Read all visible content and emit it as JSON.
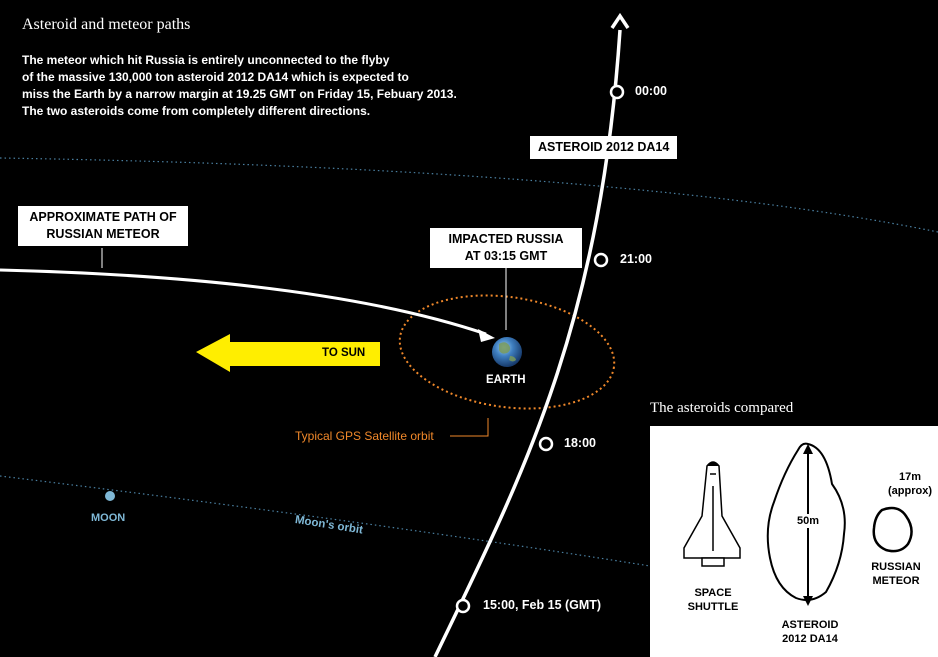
{
  "title": "Asteroid and meteor paths",
  "intro_lines": [
    "The meteor which hit Russia is entirely unconnected to the flyby",
    "of the massive 130,000 ton asteroid 2012 DA14 which is expected to",
    "miss the Earth by a narrow margin at 19.25 GMT on Friday 15, Febuary 2013.",
    "The two asteroids come from completely different directions."
  ],
  "meteor_label": [
    "APPROXIMATE PATH OF",
    "RUSSIAN METEOR"
  ],
  "impact_label": [
    "IMPACTED RUSSIA",
    "AT 03:15 GMT"
  ],
  "asteroid_label": "ASTEROID 2012 DA14",
  "times": [
    "00:00",
    "21:00",
    "18:00",
    "15:00, Feb 15 (GMT)"
  ],
  "sun_label": "TO SUN",
  "earth_label": "EARTH",
  "gps_label": "Typical GPS Satellite orbit",
  "moon_label": "MOON",
  "moon_orbit_label": "Moon's orbit",
  "compare": {
    "title": "The asteroids compared",
    "shuttle": [
      "SPACE",
      "SHUTTLE"
    ],
    "asteroid": [
      "ASTEROID",
      "2012 DA14"
    ],
    "asteroid_size": "50m",
    "meteor_size": [
      "17m",
      "(approx)"
    ],
    "meteor": [
      "RUSSIAN",
      "METEOR"
    ]
  },
  "colors": {
    "background": "#000000",
    "sun_arrow": "#ffee00",
    "gps_orbit": "#f0882a",
    "moon": "#7fb8d6",
    "orbit_dots": "#4a7fa0"
  }
}
